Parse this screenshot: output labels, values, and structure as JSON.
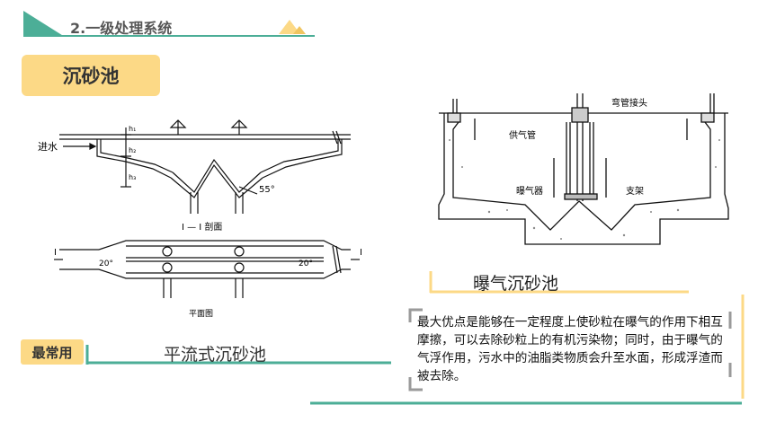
{
  "header": {
    "section_title": "2.一级处理系统"
  },
  "badge": {
    "label": "沉砂池"
  },
  "left_figure": {
    "inlet_label": "进水",
    "h1_label": "h₁",
    "h2_label": "h₂",
    "h3_label": "h₃",
    "angle_label": "55°",
    "section_caption": "I — I 剖面",
    "angle_plan": "20°",
    "section_marker": "I",
    "plan_caption": "平面图"
  },
  "right_figure": {
    "label_pipe_joint": "弯管接头",
    "label_air_pipe": "供气管",
    "label_aerator": "曝气器",
    "label_support": "支架"
  },
  "most_used_badge": {
    "label": "最常用"
  },
  "captions": {
    "left": "平流式沉砂池",
    "right": "曝气沉砂池"
  },
  "description": "最大优点是能够在一定程度上使砂粒在曝气的作用下相互摩擦，可以去除砂粒上的有机污染物；同时，由于曝气的气浮作用，污水中的油脂类物质会升至水面，形成浮渣而被去除。",
  "colors": {
    "teal": "#4cae97",
    "yellow": "#fcd986",
    "gray": "#9a9a9a"
  }
}
